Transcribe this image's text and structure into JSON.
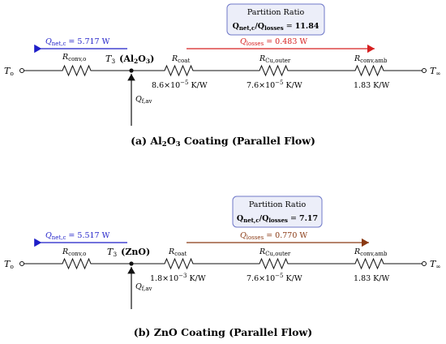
{
  "colors": {
    "blue": "#1f1fc8",
    "red": "#d62020",
    "brown": "#8a3a14",
    "box_fill": "#eceef9",
    "box_stroke": "#6f78c8"
  },
  "panels": [
    {
      "ratio_title": "Partition Ratio",
      "ratio_lhs": "Q",
      "ratio_lhs_sub": "net,c",
      "ratio_mid": "/Q",
      "ratio_mid_sub": "losses",
      "ratio_eq": " = ",
      "ratio_value": "11.84",
      "q_net_sym": "Q",
      "q_net_sub": "net,c",
      "q_net_val": " = 5.717 W",
      "q_loss_sym": "Q",
      "q_loss_sub": "losses",
      "q_loss_val": " = 0.483 W",
      "t_left": "T",
      "t_left_sub": "o",
      "t_right": "T",
      "t_right_sub": "∞",
      "r1": "R",
      "r1_sub": "conv,o",
      "node": "T",
      "node_sub": "3",
      "node_mat": "(Al",
      "node_mat_sub": "2",
      "node_mat_rest": "O",
      "node_mat_sub2": "3",
      "node_mat_end": ")",
      "r2": "R",
      "r2_sub": "coat",
      "r2_val_base": "8.6×10",
      "r2_val_exp": "−5",
      "r2_val_unit": " K/W",
      "r3": "R",
      "r3_sub": "Cu,outer",
      "r3_val_base": "7.6×10",
      "r3_val_exp": "−5",
      "r3_val_unit": " K/W",
      "r4": "R",
      "r4_sub": "conv,amb",
      "r4_val": "1.83 K/W",
      "qf": "Q",
      "qf_sub": "f,av",
      "caption_pre": "(a) Al",
      "caption_sub": "2",
      "caption_mid": "O",
      "caption_sub2": "3",
      "caption_post": " Coating (Parallel Flow)"
    },
    {
      "ratio_title": "Partition Ratio",
      "ratio_lhs": "Q",
      "ratio_lhs_sub": "net,c",
      "ratio_mid": "/Q",
      "ratio_mid_sub": "losses",
      "ratio_eq": " = ",
      "ratio_value": "7.17",
      "q_net_sym": "Q",
      "q_net_sub": "net,c",
      "q_net_val": " = 5.517 W",
      "q_loss_sym": "Q",
      "q_loss_sub": "losses",
      "q_loss_val": " = 0.770 W",
      "t_left": "T",
      "t_left_sub": "o",
      "t_right": "T",
      "t_right_sub": "∞",
      "r1": "R",
      "r1_sub": "conv,o",
      "node": "T",
      "node_sub": "3",
      "node_mat": "(ZnO)",
      "r2": "R",
      "r2_sub": "coat",
      "r2_val_base": "1.8×10",
      "r2_val_exp": "−3",
      "r2_val_unit": " K/W",
      "r3": "R",
      "r3_sub": "Cu,outer",
      "r3_val_base": "7.6×10",
      "r3_val_exp": "−5",
      "r3_val_unit": " K/W",
      "r4": "R",
      "r4_sub": "conv,amb",
      "r4_val": "1.83 K/W",
      "qf": "Q",
      "qf_sub": "f,av",
      "caption": "(b) ZnO Coating (Parallel Flow)"
    }
  ]
}
